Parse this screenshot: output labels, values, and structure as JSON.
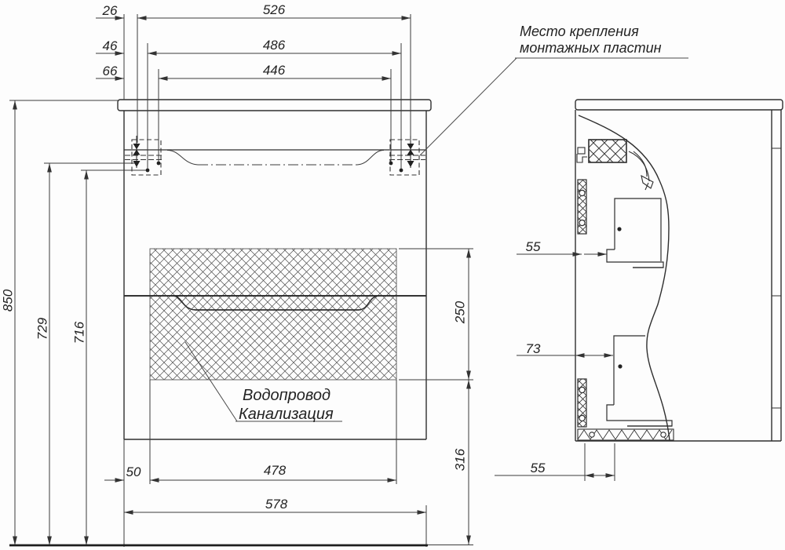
{
  "drawing": {
    "type": "furniture installation drawing",
    "views": {
      "front": "vanity cabinet front view",
      "side": "vanity cabinet side view"
    },
    "line_color": "#333333",
    "background": "#fdfdfd"
  },
  "annotations": {
    "mounting_line1": "Место крепления",
    "mounting_line2": "монтажных пластин",
    "plumbing_line1": "Водопровод",
    "plumbing_line2": "Канализация"
  },
  "dimensions": {
    "top": {
      "d26": "26",
      "d526": "526",
      "d46": "46",
      "d486": "486",
      "d66": "66",
      "d446": "446"
    },
    "left": {
      "d850": "850",
      "d729": "729",
      "d716": "716"
    },
    "right": {
      "d250": "250",
      "d316": "316"
    },
    "bottom": {
      "d50": "50",
      "d478": "478",
      "d578": "578"
    },
    "side": {
      "d55_top": "55",
      "d73": "73",
      "d55_bottom": "55"
    }
  }
}
